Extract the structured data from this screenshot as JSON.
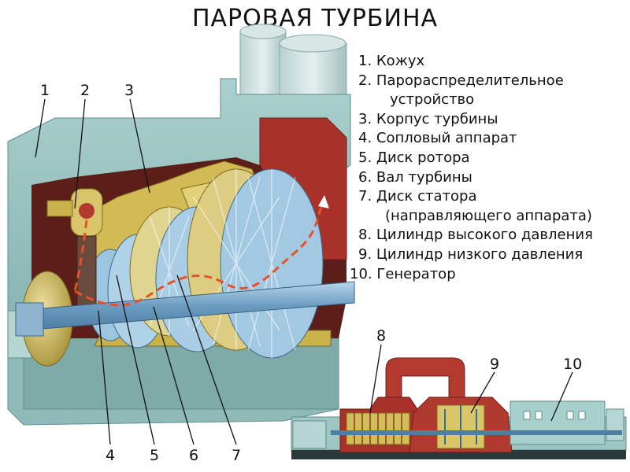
{
  "title": "ПАРОВАЯ ТУРБИНА",
  "legend": [
    "1. Кожух",
    "2. Парораспределительное",
    "устройство",
    "3. Корпус турбины",
    "4. Сопловый аппарат",
    "5. Диск ротора",
    "6. Вал турбины",
    "7. Диск статора",
    "(направляющего аппарата)",
    "8. Цилиндр высокого давления",
    "9. Цилиндр низкого давления",
    "10. Генератор"
  ],
  "callouts": [
    "1",
    "2",
    "3",
    "4",
    "5",
    "6",
    "7",
    "8",
    "9",
    "10"
  ],
  "colors": {
    "casing": "#9fc7c4",
    "casing_dark": "#6f9e9b",
    "body_gold": "#c9b24a",
    "body_gold_light": "#e3d07a",
    "steam_red": "#a8322a",
    "blade_blue": "#9cc6e0",
    "blade_gold": "#d8c880",
    "shaft": "#7fa8c8"
  }
}
